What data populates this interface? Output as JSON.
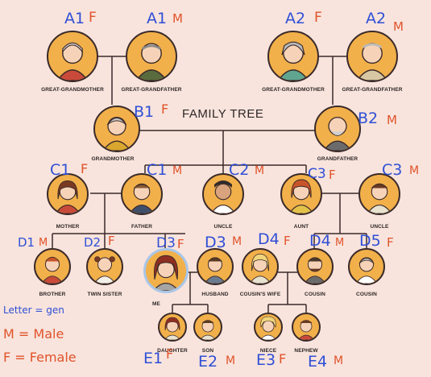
{
  "title": "FAMILY TREE",
  "people": {
    "ggm1": {
      "label": "GREAT-GRANDMOTHER",
      "code": "A1",
      "sex": "F"
    },
    "ggf1": {
      "label": "GREAT-GRANDFATHER",
      "code": "A1",
      "sex": "M"
    },
    "ggm2": {
      "label": "GREAT-GRANDMOTHER",
      "code": "A2",
      "sex": "F"
    },
    "ggf2": {
      "label": "GREAT-GRANDFATHER",
      "code": "A2",
      "sex": "M"
    },
    "grandmother": {
      "label": "GRANDMOTHER",
      "code": "B1",
      "sex": "F"
    },
    "grandfather": {
      "label": "GRANDFATHER",
      "code": "B2",
      "sex": "M"
    },
    "mother": {
      "label": "MOTHER",
      "code": "C1",
      "sex": "F"
    },
    "father": {
      "label": "FATHER",
      "code": "C1",
      "sex": "M"
    },
    "uncle1": {
      "label": "UNCLE",
      "code": "C2",
      "sex": "M"
    },
    "aunt": {
      "label": "AUNT",
      "code": "C3",
      "sex": "F"
    },
    "uncle2": {
      "label": "UNCLE",
      "code": "C3",
      "sex": "M"
    },
    "brother": {
      "label": "BROTHER",
      "code": "D1",
      "sex": "M"
    },
    "twin_sister": {
      "label": "TWIN SISTER",
      "code": "D2",
      "sex": "F"
    },
    "me": {
      "label": "ME",
      "code": "D3",
      "sex": "F"
    },
    "husband": {
      "label": "HUSBAND",
      "code": "D3",
      "sex": "M"
    },
    "cousins_wife": {
      "label": "COUSIN'S WIFE",
      "code": "D4",
      "sex": "F"
    },
    "cousin1": {
      "label": "COUSIN",
      "code": "D4",
      "sex": "M"
    },
    "cousin2": {
      "label": "COUSIN",
      "code": "D5",
      "sex": "F"
    },
    "daughter": {
      "label": "DAUGHTER",
      "code": "E1",
      "sex": "F"
    },
    "son": {
      "label": "SON",
      "code": "E2",
      "sex": "M"
    },
    "niece": {
      "label": "NIECE",
      "code": "E3",
      "sex": "F"
    },
    "nephew": {
      "label": "NEPHEW",
      "code": "E4",
      "sex": "M"
    }
  },
  "legend": {
    "line1": "Letter = gen",
    "line2": "M = Male",
    "line3": "F = Female"
  },
  "colors": {
    "background": "#f8e4dd",
    "avatar_fill": "#f2b04a",
    "outline": "#3a2a2a",
    "annotation_blue": "#2f4fd6",
    "annotation_orange": "#e0532a",
    "selected_ring": "#a9c6e8"
  }
}
